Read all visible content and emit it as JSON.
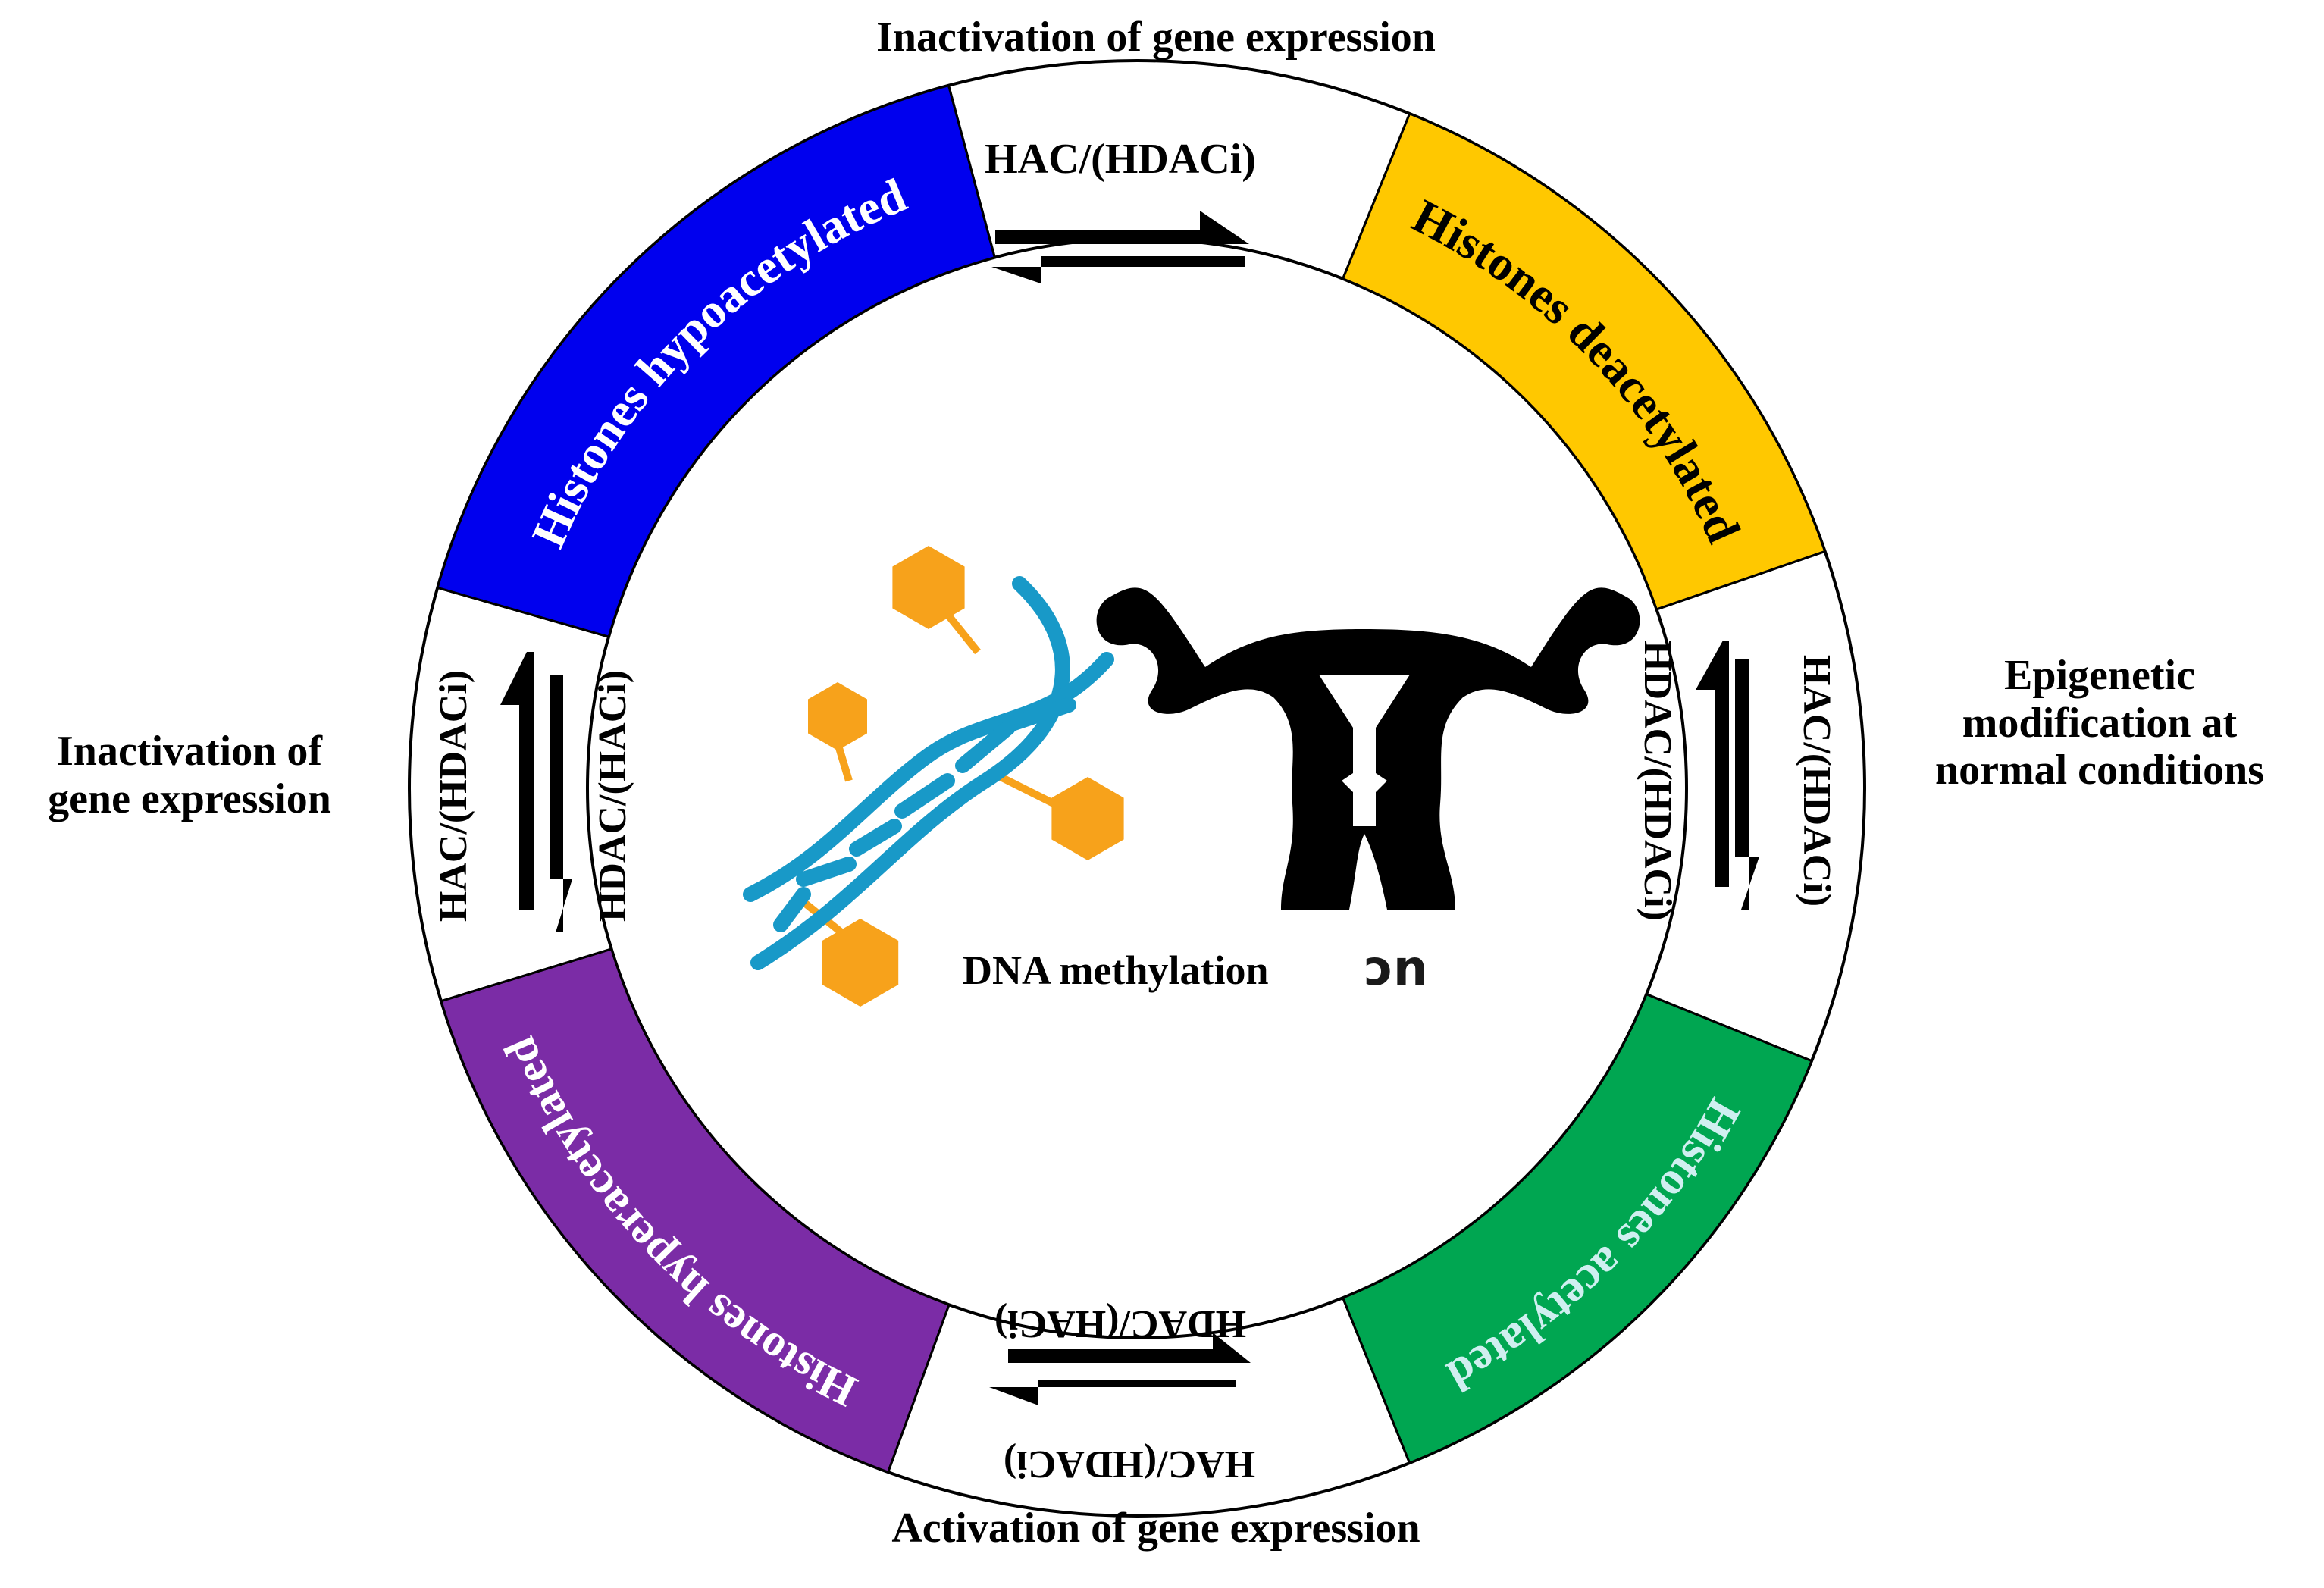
{
  "outer_labels": {
    "top": "Inactivation of gene expression",
    "bottom": "Activation of gene expression",
    "left": [
      "Inactivation of",
      "gene expression"
    ],
    "right": [
      "Epigenetic",
      "modification at",
      "normal conditions"
    ]
  },
  "center_label": "DNA methylation",
  "center_glyph": "ɔn",
  "segments": [
    {
      "label": "Histones  hypoacetylated",
      "color": "#0000ee",
      "text_color": "#ffffff"
    },
    {
      "label": "Histones deacetylated",
      "color": "#ffc800",
      "text_color": "#000000"
    },
    {
      "label": "Histones acetylated",
      "color": "#00a651",
      "text_color": "#cfeff0"
    },
    {
      "label": "Histones  hyperacetylated",
      "color": "#7b2ca6",
      "text_color": "#ffffff"
    }
  ],
  "gaps": {
    "top": [
      "HAC/(HDACi)"
    ],
    "right": [
      "HAC/(HDACi)",
      "HDAC/(HDACi)"
    ],
    "bottom": [
      "HDAC/(HACi)",
      "HAC/(HDACi)"
    ],
    "left": [
      "HAC/(HDACi)",
      "HDAC/(HACi)"
    ]
  },
  "icons": [
    "dna-helix-icon",
    "hexagon-icon",
    "uterus-icon",
    "equilibrium-arrows-icon"
  ],
  "colors": {
    "ring_border": "#000000",
    "dna": "#1899c8",
    "hexagon": "#f7a21b",
    "uterus": "#000000"
  }
}
